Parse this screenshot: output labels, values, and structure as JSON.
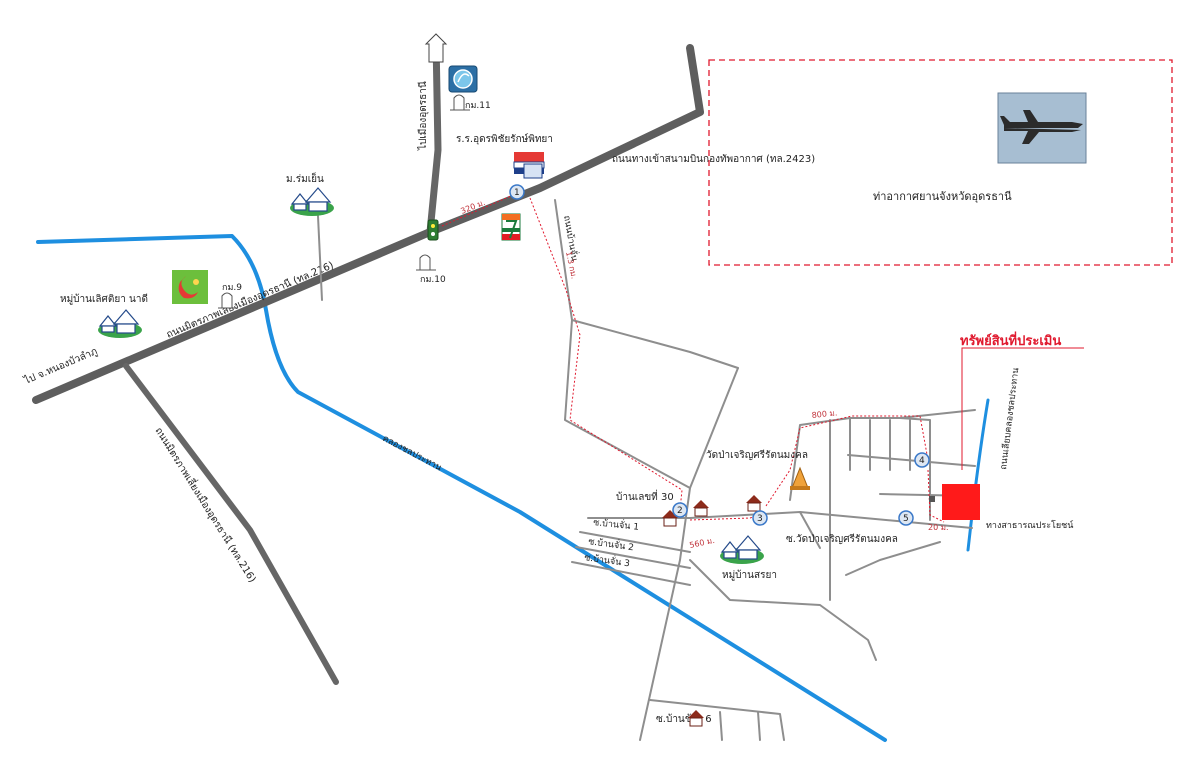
{
  "labels": {
    "airport_name": "ท่าอากาศยานจังหวัดอุดรธานี",
    "airport_access_road": "ถนนทางเข้าสนามบินกองทัพอากาศ (ทล.2423)",
    "main_road": "ถนนมิตรภาพเลี่ยงเมืองอุดรธานี (ทล.216)",
    "bypass_road_lower": "ถนนมิตรภาพเลี่ยงเมืองอุดรธานี (ทล.216)",
    "to_udon_city": "ไปเมืองอุดรธานี",
    "to_nong_bua": "ไป จ.หนองบัวลำภู",
    "km_11": "กม.11",
    "km_10": "กม.10",
    "km_9": "กม.9",
    "school": "ร.ร.อุดรพิชัยรักษ์พิทยา",
    "village_rom_yen": "ม.ร่มเย็น",
    "village_lertiya_nadee": "หมู่บ้านเลิศติยา นาดี",
    "canal_name": "คลองชลประทาน",
    "side_road_north": "ถนนบ้านจั่น",
    "ban_lek_thi_30": "บ้านเลขที่ 30",
    "temple": "วัดป่าเจริญศรีรัตนมงคล",
    "soi_temple": "ซ.วัดป่าเจริญศรีรัตนมงคล",
    "soi_ban_chan_1": "ซ.บ้านจั่น 1",
    "soi_ban_chan_2": "ซ.บ้านจั่น 2",
    "soi_ban_chan_3": "ซ.บ้านจั่น 3",
    "village_ban_suay": "หมู่บ้านสรยา",
    "soi_ban_chang_6": "ซ.บ้านช้าง 6",
    "appraised_property": "ทรัพย์สินที่ประเมิน",
    "public_way": "ทางสาธารณประโยชน์",
    "irrigation_road": "ถนนเลียบคลองชลประทาน"
  },
  "distances": {
    "d_320": "320 ม.",
    "d_13km": "1.3 กม.",
    "d_800": "800 ม.",
    "d_560": "560 ม.",
    "d_20": "20 ม."
  },
  "markers": [
    "1",
    "2",
    "3",
    "4",
    "5"
  ],
  "icons": {
    "airport": "airplane-icon",
    "gas_station": "gas-station-icon",
    "convenience_store": "seven-eleven-icon",
    "school": "school-icon",
    "temple": "temple-icon",
    "village": "village-icon",
    "house": "house-icon",
    "km_post": "km-post-icon",
    "north_arrow": "up-arrow-icon",
    "traffic_light": "traffic-light-icon",
    "shop": "shop-icon"
  },
  "colors": {
    "canal": "#1e8fe0",
    "route": "#e0192e",
    "property": "#ff1a1a",
    "airport_zone": "#e0192e",
    "road": "#5e5e5e",
    "marker": "#3a78c8"
  }
}
